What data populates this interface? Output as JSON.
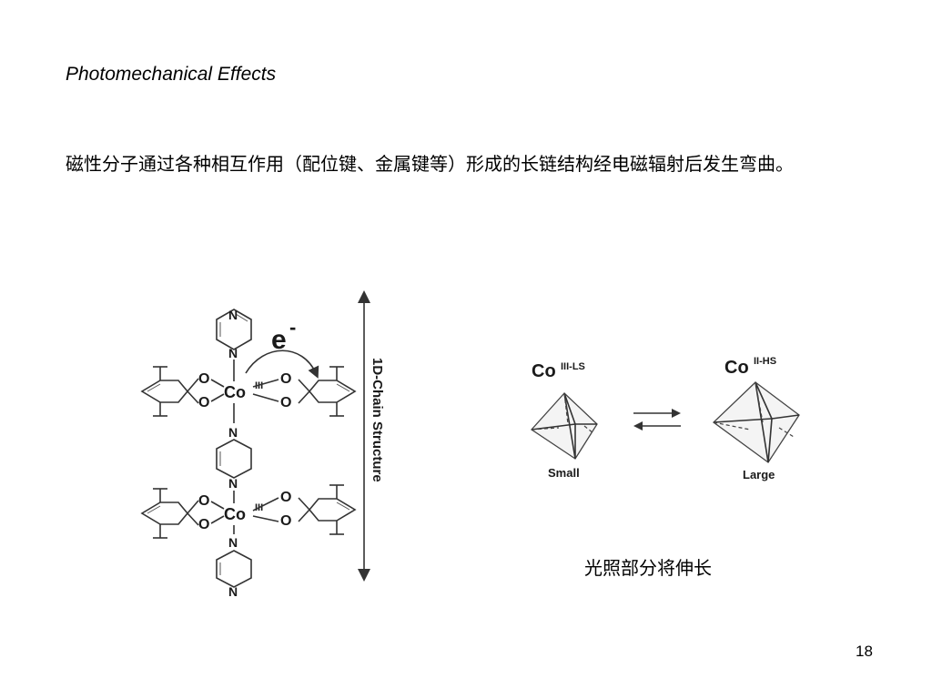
{
  "slide": {
    "title": "Photomechanical Effects",
    "body": "磁性分子通过各种相互作用（配位键、金属键等）形成的长链结构经电磁辐射后发生弯曲。",
    "caption": "光照部分将伸长",
    "page_number": "18"
  },
  "chain_figure": {
    "electron": "e",
    "electron_sup": "-",
    "chain_label": "1D-Chain Structure",
    "metal": "Co",
    "oxidation": "III",
    "oxygen": "O",
    "nitrogen": "N"
  },
  "octahedra_figure": {
    "left_label_main": "Co",
    "left_label_sup": "III-LS",
    "left_size": "Small",
    "right_label_main": "Co",
    "right_label_sup": "II-HS",
    "right_size": "Large"
  }
}
